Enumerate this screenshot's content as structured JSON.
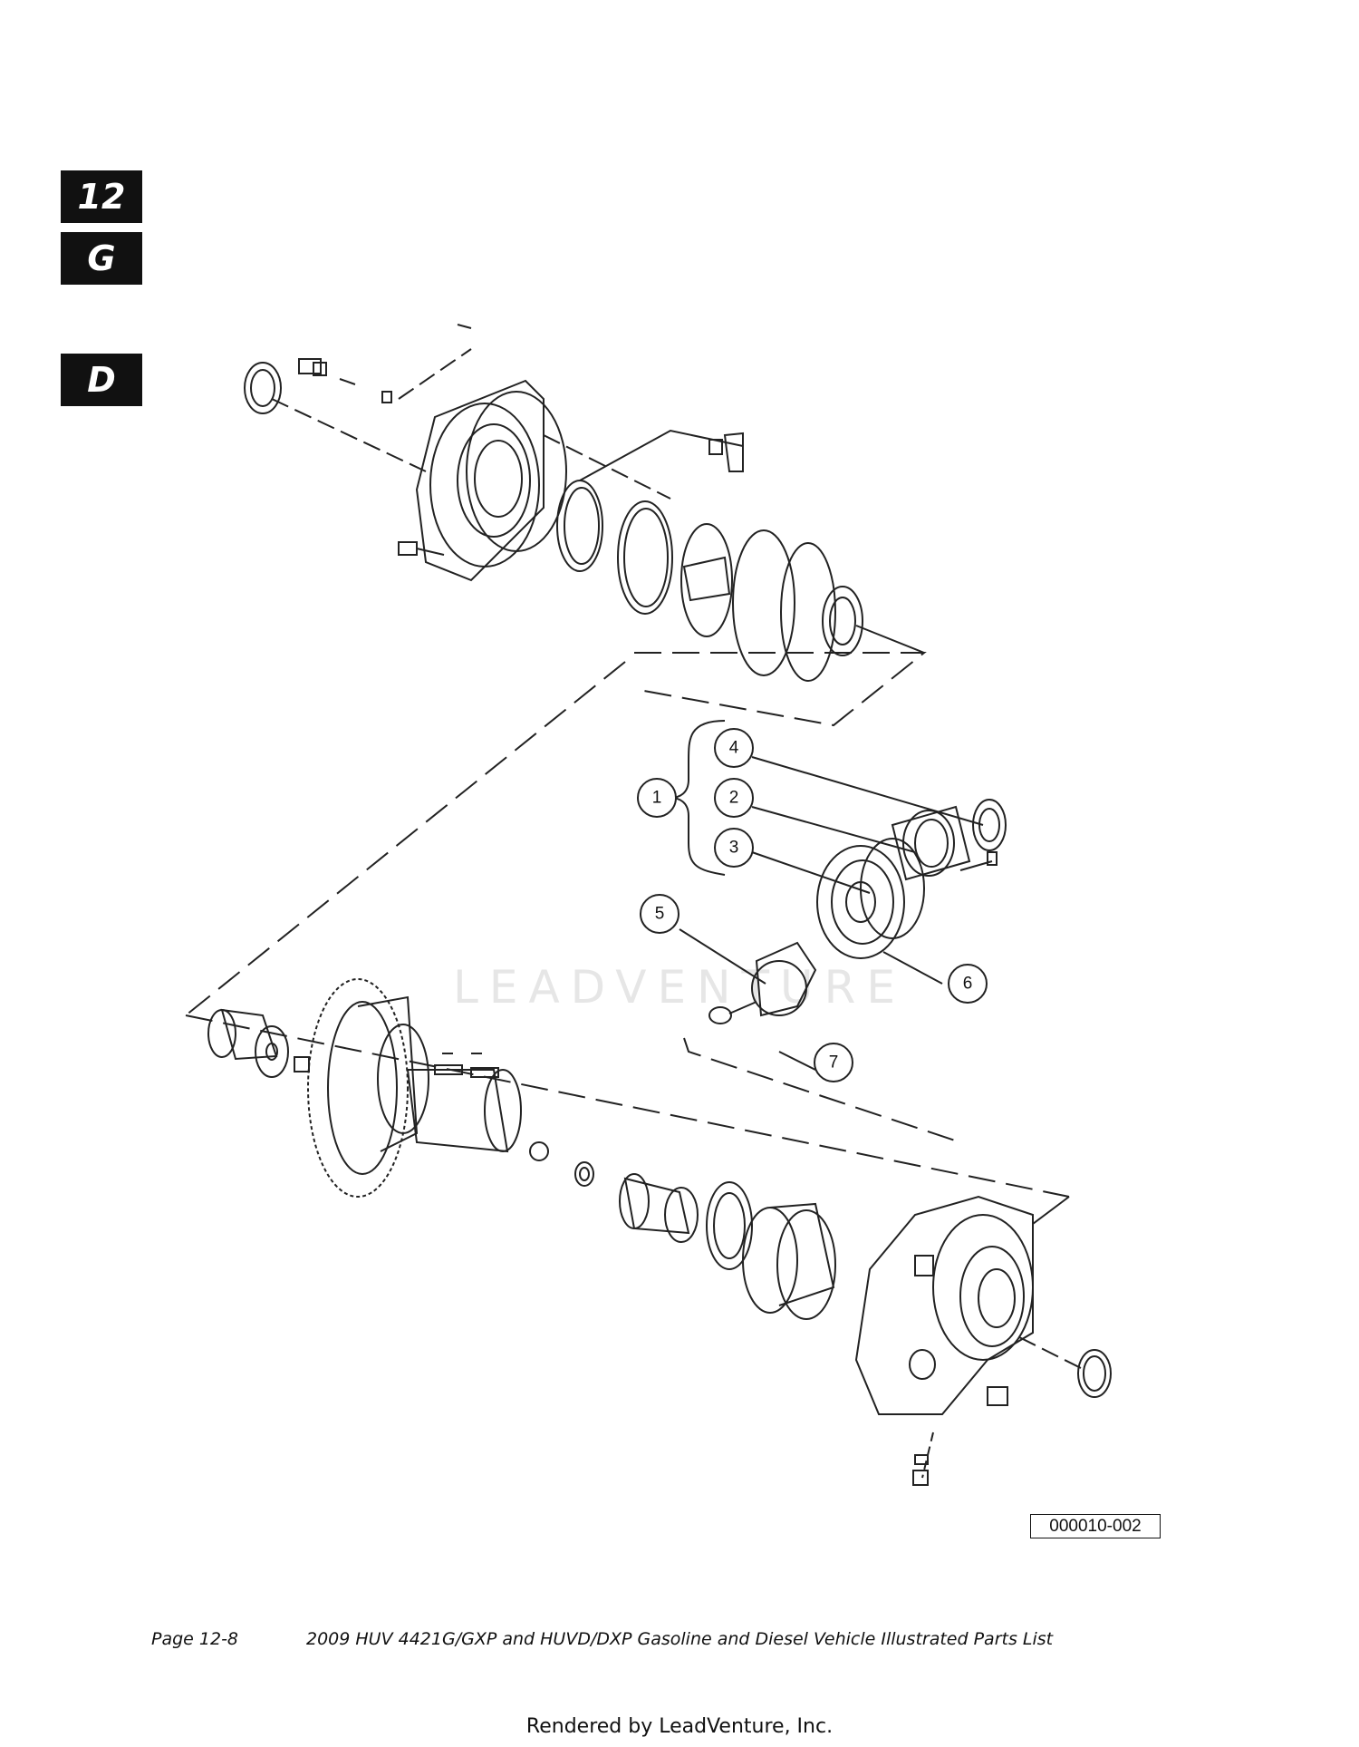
{
  "section_tabs": [
    "12",
    "G",
    "D"
  ],
  "callouts": [
    "1",
    "2",
    "3",
    "4",
    "5",
    "6",
    "7"
  ],
  "figure_id": "000010-002",
  "watermark": "LEADVENTURE",
  "footer": {
    "page": "Page 12-8",
    "title": "2009 HUV 4421G/GXP and HUVD/DXP Gasoline and Diesel Vehicle Illustrated Parts List"
  },
  "rendered_by": "Rendered by LeadVenture, Inc."
}
